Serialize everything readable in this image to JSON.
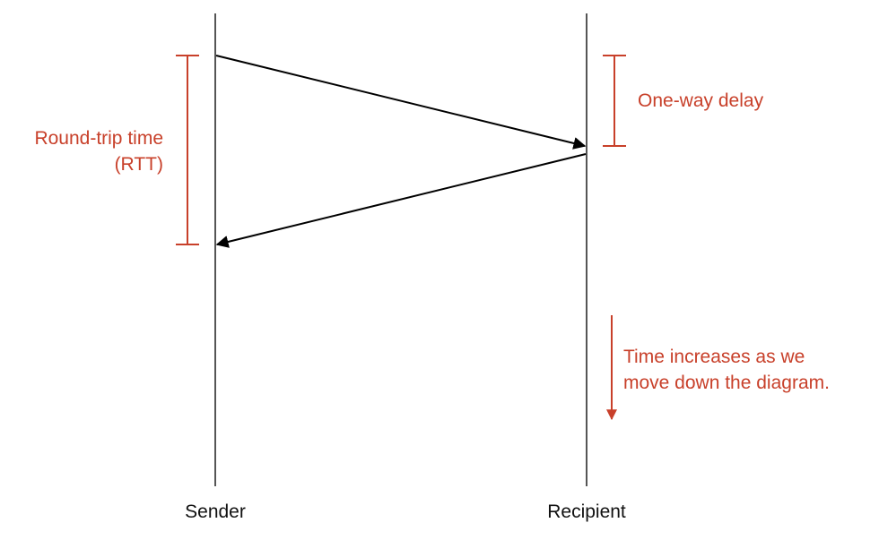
{
  "participants": {
    "sender": "Sender",
    "recipient": "Recipient"
  },
  "annotations": {
    "rtt_line1": "Round-trip time",
    "rtt_line2": "(RTT)",
    "one_way": "One-way delay",
    "time_line1": "Time increases as we",
    "time_line2": "move down the diagram."
  },
  "colors": {
    "accent": "#c8402a",
    "timeline": "#555555",
    "arrow": "#000000"
  }
}
